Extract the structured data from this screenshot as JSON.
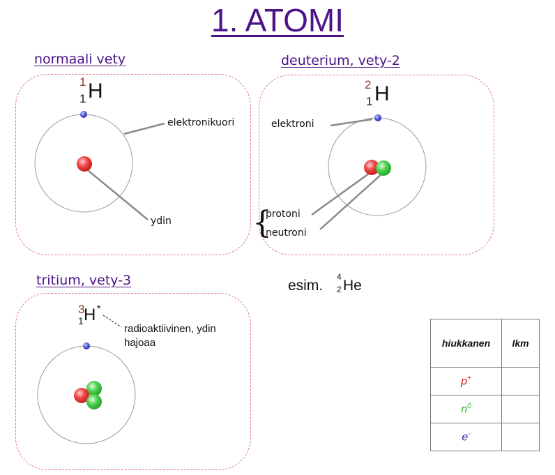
{
  "title": "1. ATOMI",
  "panels": {
    "normal": {
      "heading": "normaali vety",
      "mass": "1",
      "z": "1",
      "symbol": "H",
      "label_shell": "elektronikuori",
      "label_nucleus": "ydin"
    },
    "deuterium": {
      "heading": "deuterium, vety-2",
      "mass": "2",
      "z": "1",
      "symbol": "H",
      "label_electron": "elektroni",
      "label_proton": "protoni",
      "label_neutron": "neutroni"
    },
    "tritium": {
      "heading": "tritium, vety-3",
      "mass": "3",
      "z": "1",
      "symbol": "H",
      "star": "*",
      "label_line1": "radioaktiivinen, ydin",
      "label_line2": "hajoaa"
    }
  },
  "example": {
    "prefix": "esim.",
    "mass": "4",
    "z": "2",
    "symbol": "He"
  },
  "table": {
    "col1": "hiukkanen",
    "col2": "lkm",
    "rows": [
      {
        "base": "p",
        "sup": "+",
        "color": "#e01010"
      },
      {
        "base": "n",
        "sup": "0",
        "color": "#3cb034"
      },
      {
        "base": "e",
        "sup": "-",
        "color": "#2a2aa0"
      }
    ]
  },
  "colors": {
    "heading": "#4b1387",
    "proton": "#e03030",
    "neutron": "#40c040",
    "electron": "#4a55d8",
    "panel_border": "#e07878"
  }
}
